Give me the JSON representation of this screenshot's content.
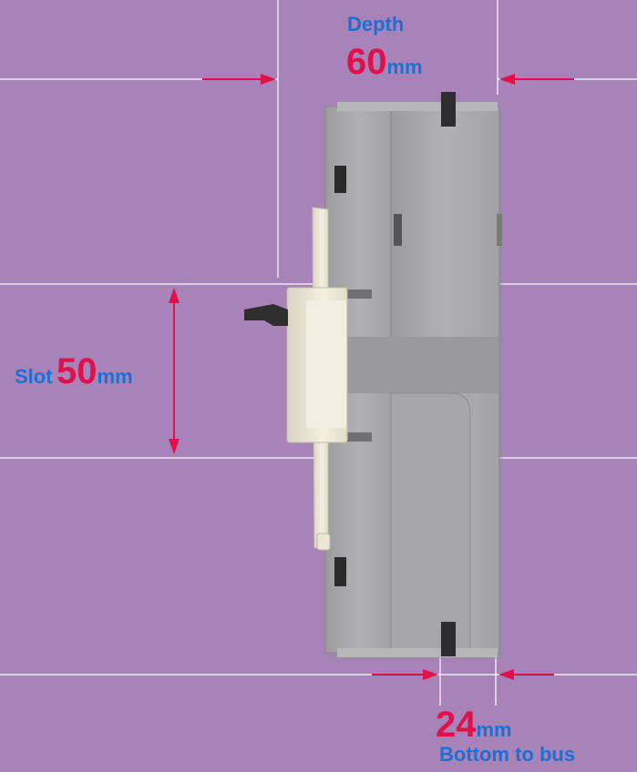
{
  "labels": {
    "depth": {
      "title": "Depth",
      "value": "60",
      "unit": "mm"
    },
    "slot": {
      "title": "Slot",
      "value": "50",
      "unit": "mm"
    },
    "bottom": {
      "value": "24",
      "unit": "mm",
      "caption": "Bottom to bus"
    }
  },
  "colors": {
    "background": "#a783b9",
    "label_blue": "#1e6fd4",
    "label_red": "#e0104a",
    "arrow_red": "#e0104a",
    "dimension_line": "#ffffff",
    "device_body": "#a9a9ab",
    "device_handle": "#eeeadc"
  }
}
